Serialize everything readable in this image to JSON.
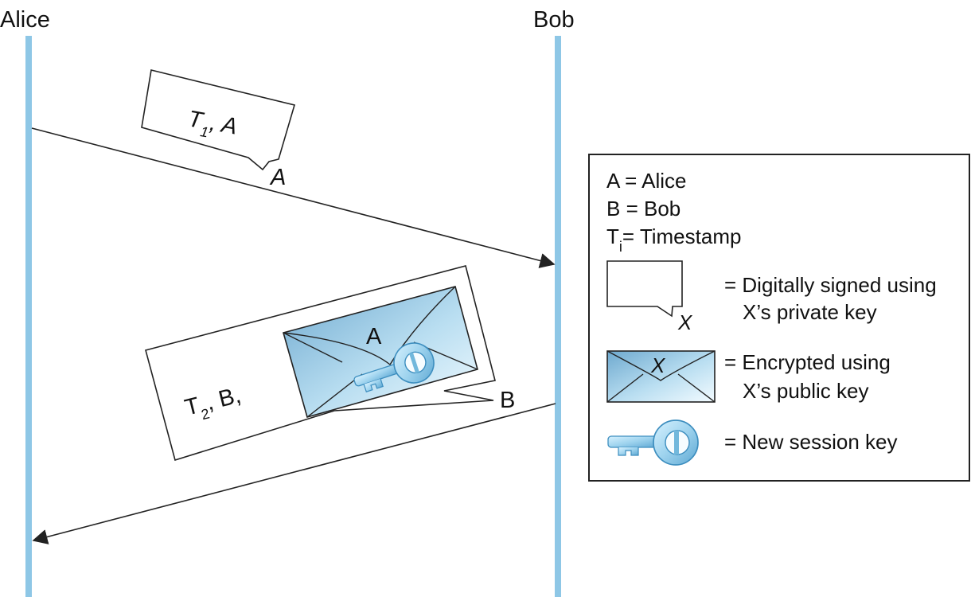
{
  "participants": {
    "alice": "Alice",
    "bob": "Bob"
  },
  "message1": {
    "label": "T",
    "subscript": "1",
    "rest": ", A",
    "signer": "A"
  },
  "message2": {
    "label": "T",
    "subscript": "2",
    "rest": ", B,",
    "signer": "B",
    "envelope_label": "A"
  },
  "legend": {
    "a": "A = Alice",
    "b": "B = Bob",
    "t_prefix": "T",
    "t_sub": "i",
    "t_rest": "= Timestamp",
    "signed_line1": "= Digitally signed using",
    "signed_line2": "X’s private key",
    "signed_x": "X",
    "encrypted_line1": "= Encrypted using",
    "encrypted_line2": "X’s public key",
    "encrypted_x": "X",
    "session_key": "= New session key"
  },
  "colors": {
    "lifeline": "#8ec7e6",
    "envelope_dark": "#6ea9cf",
    "envelope_light": "#f3fbff",
    "key": "#9ed3ee"
  },
  "icons": {
    "envelope": "encrypted-envelope-icon",
    "key": "session-key-icon",
    "signature": "signature-bubble-icon"
  }
}
